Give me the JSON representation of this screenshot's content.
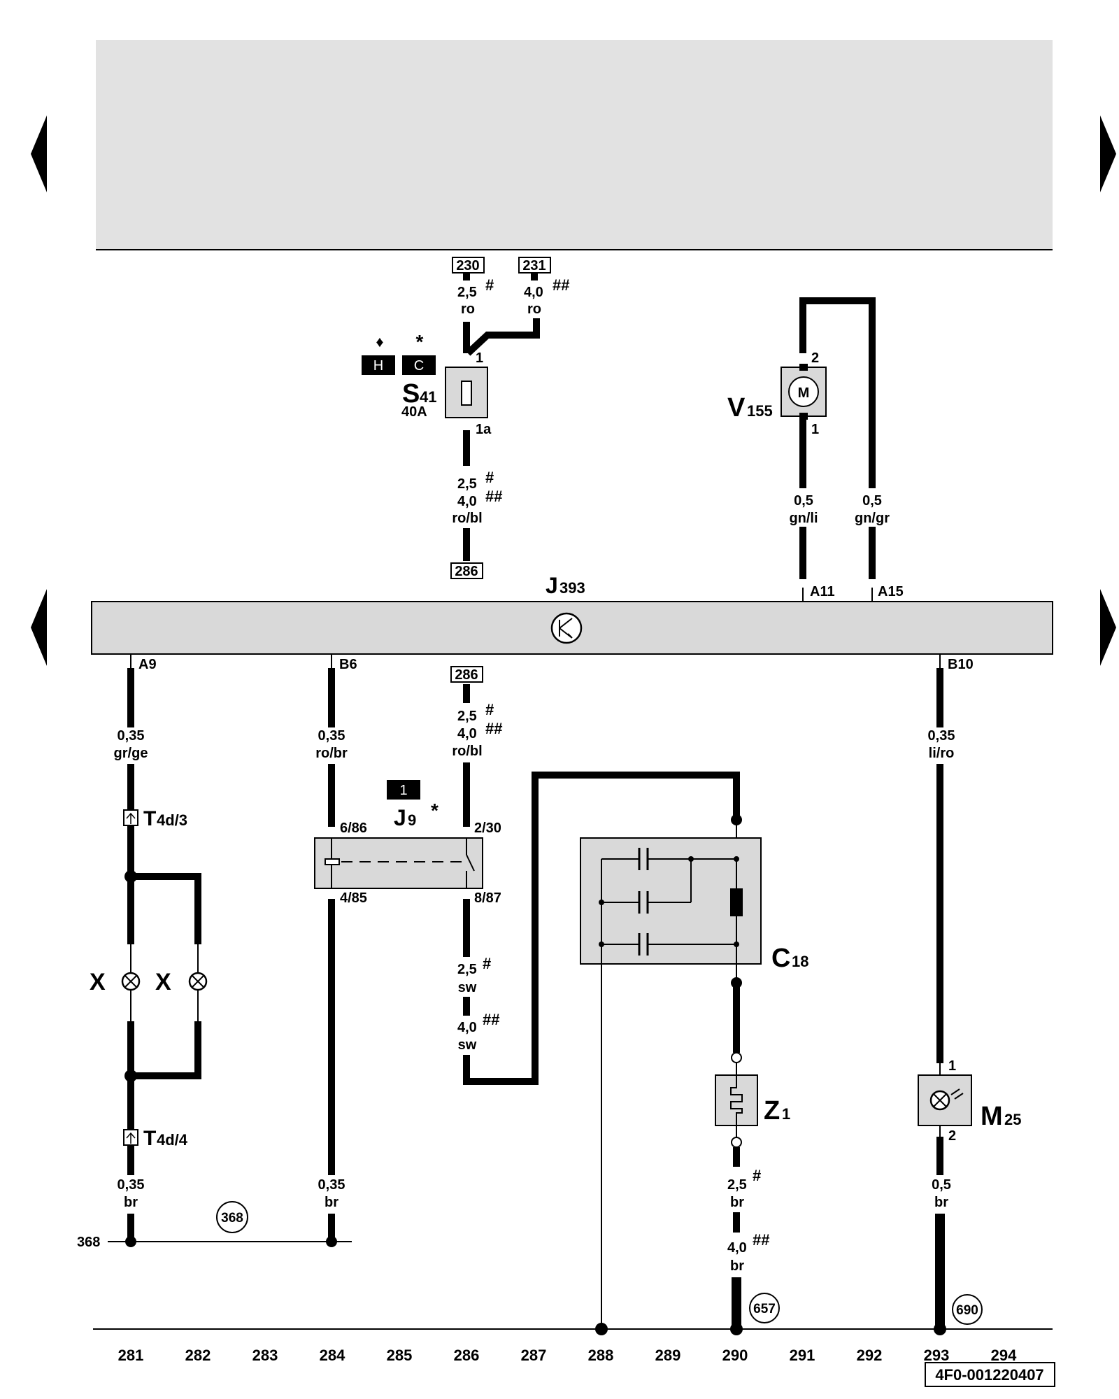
{
  "diagram_id": "4F0-001220407",
  "columns": [
    "281",
    "282",
    "283",
    "284",
    "285",
    "286",
    "287",
    "288",
    "289",
    "290",
    "291",
    "292",
    "293",
    "294"
  ],
  "refs": {
    "r230": "230",
    "r231": "231",
    "r286a": "286",
    "r286b": "286",
    "r368": "368",
    "r368_line": "368",
    "r657": "657",
    "r690": "690"
  },
  "components": {
    "S41": {
      "letter": "S",
      "sub": "41",
      "rating": "40A"
    },
    "V155": {
      "letter": "V",
      "sub": "155"
    },
    "J393": {
      "letter": "J",
      "sub": "393"
    },
    "J9": {
      "letter": "J",
      "sub": "9"
    },
    "C18": {
      "letter": "C",
      "sub": "18"
    },
    "Z1": {
      "letter": "Z",
      "sub": "1"
    },
    "M25": {
      "letter": "M",
      "sub": "25"
    },
    "T4d3": {
      "letter": "T",
      "sub": "4d/3"
    },
    "T4d4": {
      "letter": "T",
      "sub": "4d/4"
    },
    "lamp_x1": "X",
    "lamp_x2": "X",
    "motor_symbol": "M"
  },
  "badges": {
    "H": "H",
    "C": "C",
    "one": "1",
    "diamond": "♦",
    "star1": "*",
    "star2": "*"
  },
  "pins": {
    "s41_1": "1",
    "s41_1a": "1a",
    "v155_2": "2",
    "v155_1": "1",
    "A11": "A11",
    "A15": "A15",
    "A9": "A9",
    "B6": "B6",
    "B10": "B10",
    "j9_686": "6/86",
    "j9_485": "4/85",
    "j9_230": "2/30",
    "j9_887": "8/87",
    "m25_1": "1",
    "m25_2": "2"
  },
  "wires": {
    "w230_size": "2,5",
    "w230_mark": "#",
    "w230_color": "ro",
    "w231_size": "4,0",
    "w231_mark": "##",
    "w231_color": "ro",
    "wS41_s1": "2,5",
    "wS41_m1": "#",
    "wS41_s2": "4,0",
    "wS41_m2": "##",
    "wS41_color": "ro/bl",
    "wV1_size": "0,5",
    "wV1_color": "gn/li",
    "wV2_size": "0,5",
    "wV2_color": "gn/gr",
    "wA9_size": "0,35",
    "wA9_color": "gr/ge",
    "wB6_size": "0,35",
    "wB6_color": "ro/br",
    "w286_s1": "2,5",
    "w286_m1": "#",
    "w286_s2": "4,0",
    "w286_m2": "##",
    "w286_color": "ro/bl",
    "wB10_size": "0,35",
    "wB10_color": "li/ro",
    "wJ9a_size": "2,5",
    "wJ9a_mark": "#",
    "wJ9a_color": "sw",
    "wJ9b_size": "4,0",
    "wJ9b_mark": "##",
    "wJ9b_color": "sw",
    "wT4_size": "0,35",
    "wT4_color": "br",
    "w284_size": "0,35",
    "w284_color": "br",
    "wZ1a_size": "2,5",
    "wZ1a_mark": "#",
    "wZ1a_color": "br",
    "wZ1b_size": "4,0",
    "wZ1b_mark": "##",
    "wZ1b_color": "br",
    "wM25_size": "0,5",
    "wM25_color": "br"
  }
}
